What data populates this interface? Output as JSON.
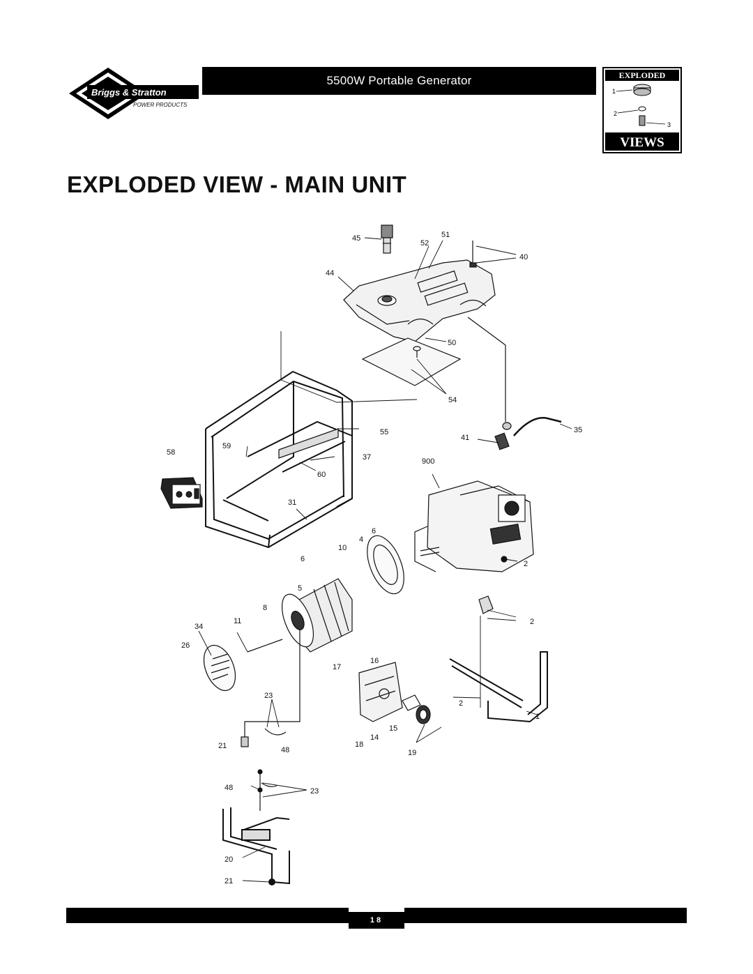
{
  "header": {
    "brand_name": "Briggs & Stratton",
    "brand_sub": "POWER PRODUCTS",
    "product_title": "5500W Portable Generator"
  },
  "badge": {
    "top_word": "EXPLODED",
    "bottom_word": "VIEWS",
    "callouts": [
      "1",
      "2",
      "3"
    ]
  },
  "page_title": "EXPLODED VIEW - MAIN UNIT",
  "part_labels": {
    "p45": "45",
    "p51": "51",
    "p52": "52",
    "p40": "40",
    "p44": "44",
    "p50": "50",
    "p54": "54",
    "p55": "55",
    "p35": "35",
    "p41": "41",
    "p58": "58",
    "p59": "59",
    "p37": "37",
    "p60": "60",
    "p900": "900",
    "p31": "31",
    "p6a": "6",
    "p4": "4",
    "p10": "10",
    "p6b": "6",
    "p2a": "2",
    "p5": "5",
    "p8": "8",
    "p2b": "2",
    "p34": "34",
    "p11": "11",
    "p26": "26",
    "p16": "16",
    "p17": "17",
    "p23a": "23",
    "p2c": "2",
    "p1": "1",
    "p15": "15",
    "p14": "14",
    "p18": "18",
    "p21a": "21",
    "p48a": "48",
    "p19": "19",
    "p48b": "48",
    "p23b": "23",
    "p20": "20",
    "p21b": "21"
  },
  "footer": {
    "page_number": "18"
  }
}
